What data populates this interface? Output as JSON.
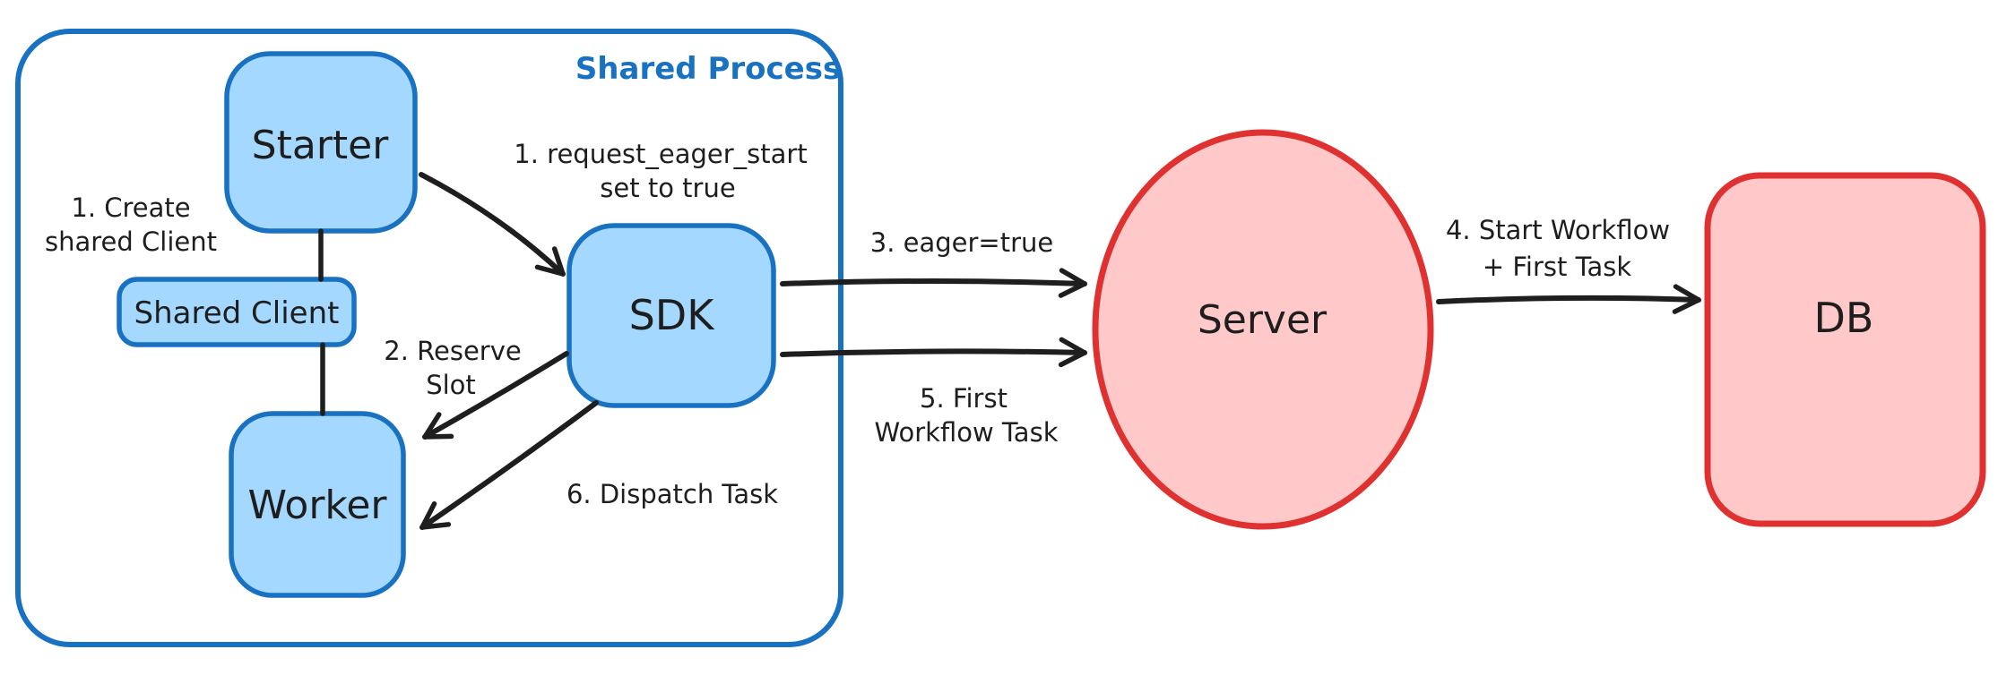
{
  "diagram": {
    "container": {
      "label": "Shared Process"
    },
    "nodes": {
      "starter": "Starter",
      "shared_client": "Shared Client",
      "worker": "Worker",
      "sdk": "SDK",
      "server": "Server",
      "db": "DB"
    },
    "annotations": {
      "create_client_line1": "1. Create",
      "create_client_line2": "shared Client",
      "request_eager_line1": "1. request_eager_start",
      "request_eager_line2": "set to true",
      "reserve_line1": "2. Reserve",
      "reserve_line2": "Slot",
      "eager_true": "3. eager=true",
      "start_workflow_line1": "4. Start Workflow",
      "start_workflow_line2": "+ First Task",
      "first_task_line1": "5. First",
      "first_task_line2": "Workflow Task",
      "dispatch_task": "6. Dispatch Task"
    },
    "colors": {
      "blue_stroke": "#1971c2",
      "blue_fill": "#a5d8ff",
      "red_stroke": "#e03131",
      "red_fill": "#ffc9c9",
      "ink": "#1e1e1e",
      "background": "#ffffff"
    }
  }
}
